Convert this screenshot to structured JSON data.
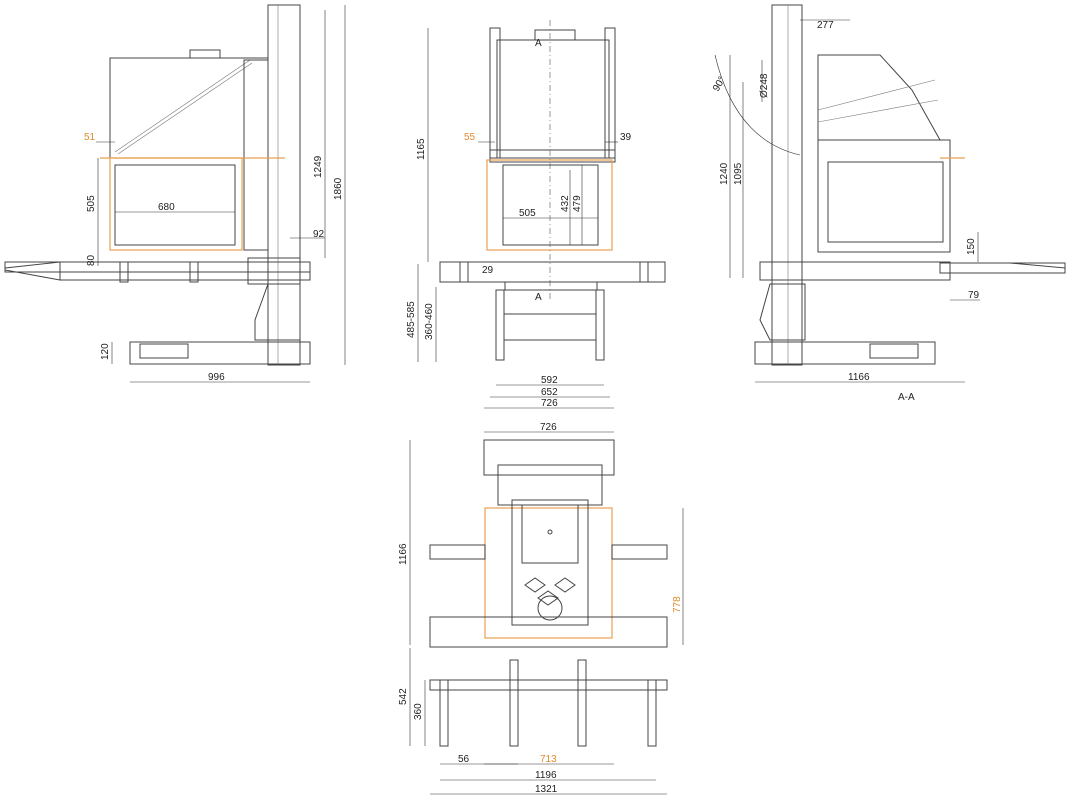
{
  "colors": {
    "line": "#444444",
    "accent": "#e8a050"
  },
  "views": {
    "side_left": {
      "dims": {
        "offset_top": "51",
        "fire_h": "505",
        "fire_w": "680",
        "foot": "80",
        "h_top": "1249",
        "h_total": "1860",
        "depth": "92",
        "base_h": "120",
        "base_w": "996"
      }
    },
    "front": {
      "section_mark": "A",
      "dims": {
        "h": "1165",
        "offset_left": "55",
        "offset_right": "39",
        "glass_h": "432",
        "fire_h": "479",
        "glass_w": "505",
        "gap": "29",
        "stand_h": "485-585",
        "leg_h": "360-460",
        "w1": "592",
        "w2": "652",
        "w3": "726"
      }
    },
    "section": {
      "title": "A-A",
      "dims": {
        "flue_offset": "277",
        "flue_d": "Ø248",
        "angle": "90°",
        "h1": "1240",
        "h2": "1095",
        "plate_h": "150",
        "plate_d": "79",
        "base_w": "1166"
      }
    },
    "top": {
      "dims": {
        "w": "726",
        "depth": "1166",
        "inner": "778",
        "stand": "542",
        "leg": "360",
        "foot": "56",
        "span": "713",
        "base1": "1196",
        "base2": "1321"
      }
    }
  }
}
